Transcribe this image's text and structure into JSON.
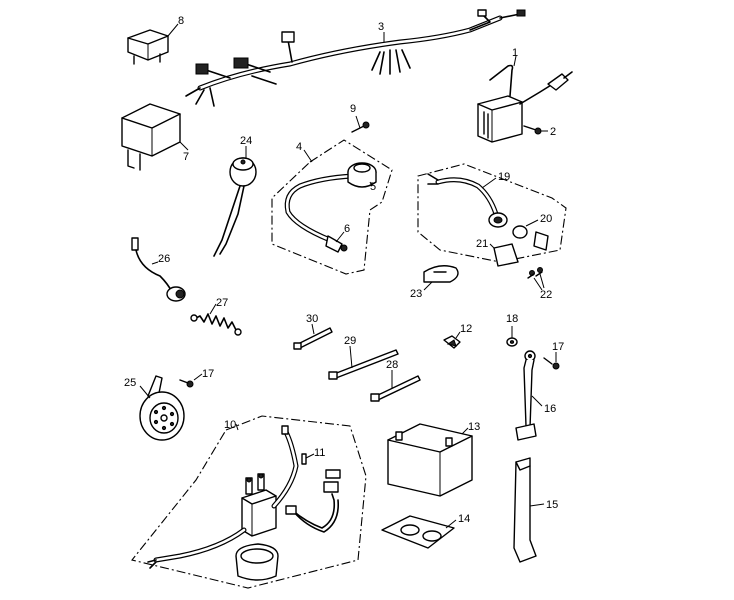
{
  "labels": {
    "p1": "1",
    "p2": "2",
    "p3": "3",
    "p4": "4",
    "p5": "5",
    "p6": "6",
    "p7": "7",
    "p8": "8",
    "p9": "9",
    "p10": "10",
    "p11": "11",
    "p12": "12",
    "p13": "13",
    "p14": "14",
    "p15": "15",
    "p16": "16",
    "p17a": "17",
    "p17b": "17",
    "p18": "18",
    "p19": "19",
    "p20": "20",
    "p21": "21",
    "p22": "22",
    "p23": "23",
    "p24": "24",
    "p25": "25",
    "p26": "26",
    "p27": "27",
    "p28": "28",
    "p29": "29",
    "p30": "30"
  },
  "colors": {
    "line": "#000000",
    "background": "#ffffff",
    "fill_dark": "#222222"
  }
}
